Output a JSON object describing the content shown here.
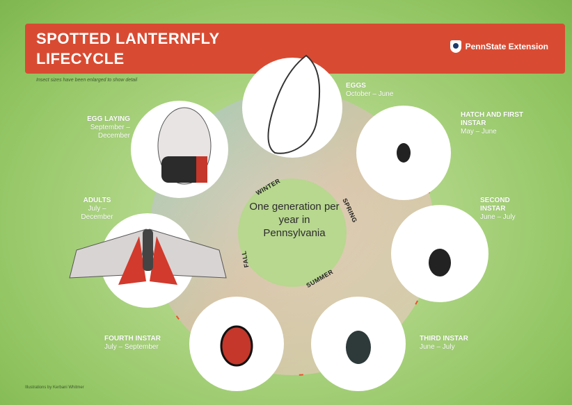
{
  "header": {
    "title_line1": "SPOTTED LANTERNFLY",
    "title_line2": "LIFECYCLE",
    "brand": "PennState Extension",
    "note": "Insect sizes have been enlarged to show detail",
    "credit": "Illustrations by Kerbani Whitmer"
  },
  "center": {
    "text": "One generation per year in Pennsylvania",
    "seasons": [
      "WINTER",
      "SPRING",
      "SUMMER",
      "FALL"
    ]
  },
  "stages": [
    {
      "name": "EGGS",
      "dates": "October – June",
      "icon": "egg-mass-icon"
    },
    {
      "name": "HATCH AND FIRST INSTAR",
      "dates": "May – June",
      "icon": "first-instar-nymph-icon"
    },
    {
      "name": "SECOND INSTAR",
      "dates": "June – July",
      "icon": "second-instar-nymph-icon"
    },
    {
      "name": "THIRD INSTAR",
      "dates": "June – July",
      "icon": "third-instar-nymph-icon"
    },
    {
      "name": "FOURTH INSTAR",
      "dates": "July – September",
      "icon": "fourth-instar-nymph-icon"
    },
    {
      "name": "ADULTS",
      "dates": "July – December",
      "icon": "adult-lanternfly-icon"
    },
    {
      "name": "EGG LAYING",
      "dates": "September – December",
      "icon": "egg-laying-adult-icon"
    }
  ],
  "colors": {
    "banner": "#d84b32",
    "arrow": "#e5562e",
    "circle": "#ffffff"
  }
}
